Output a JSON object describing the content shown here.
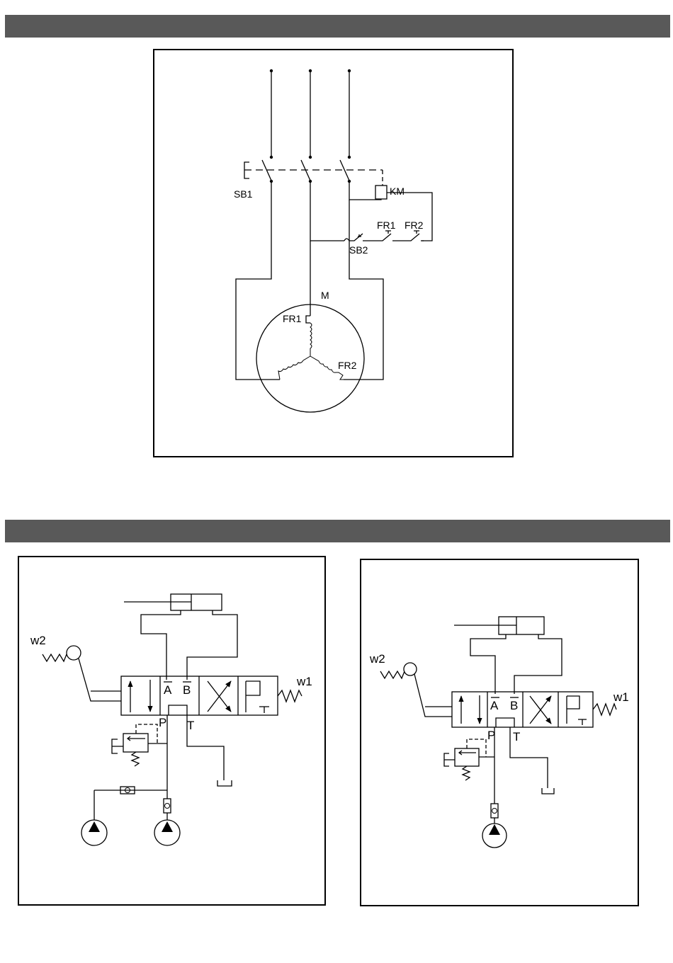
{
  "colors": {
    "header_bar": "#595959",
    "line": "#000000",
    "background": "#ffffff"
  },
  "electric": {
    "labels": {
      "sb1": "SB1",
      "km": "KM",
      "fr1_contact": "FR1",
      "fr2_contact": "FR2",
      "sb2": "SB2",
      "motor": "M",
      "fr1_heater": "FR1",
      "fr2_heater": "FR2"
    }
  },
  "hydraulic_left": {
    "labels": {
      "w2": "w2",
      "w1": "w1",
      "port_a": "A",
      "port_b": "B",
      "port_p": "P",
      "port_t": "T"
    }
  },
  "hydraulic_right": {
    "labels": {
      "w2": "w2",
      "w1": "w1",
      "port_a": "A",
      "port_b": "B",
      "port_p": "P",
      "port_t": "T"
    }
  }
}
